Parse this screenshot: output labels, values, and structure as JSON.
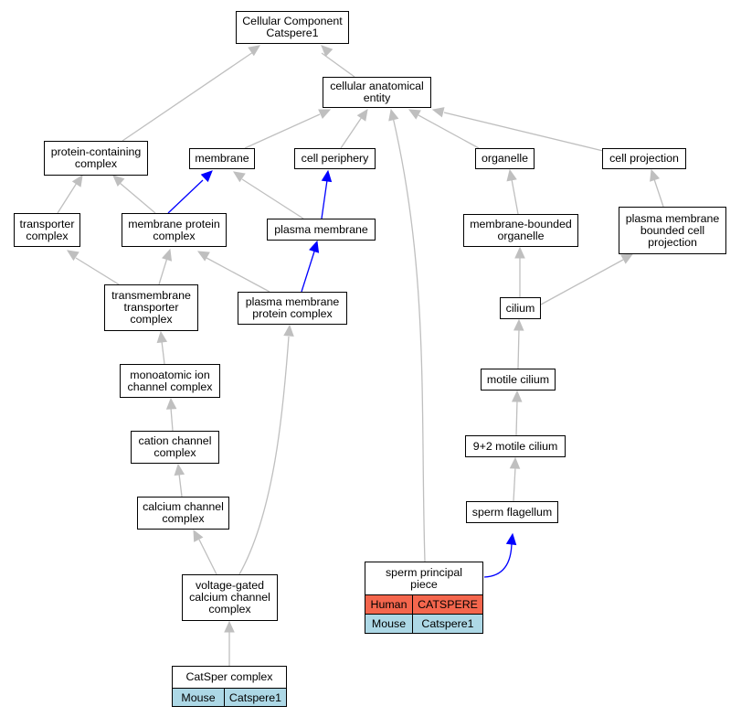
{
  "colors": {
    "grey_edge": "#bfbfbf",
    "blue_edge": "#0000ff",
    "human": "#f4664d",
    "mouse": "#add8e6"
  },
  "nodes": {
    "root": "Cellular Component\nCatspere1",
    "cae": "cellular anatomical\nentity",
    "pcc": "protein-containing\ncomplex",
    "membrane": "membrane",
    "cell_periphery": "cell periphery",
    "organelle": "organelle",
    "cell_projection": "cell projection",
    "transporter": "transporter\ncomplex",
    "mpc": "membrane protein\ncomplex",
    "plasma_membrane": "plasma membrane",
    "mbo": "membrane-bounded\norganelle",
    "pmbcp": "plasma membrane\nbounded cell\nprojection",
    "tmtc": "transmembrane\ntransporter\ncomplex",
    "pmpc": "plasma membrane\nprotein complex",
    "cilium": "cilium",
    "miocc": "monoatomic ion\nchannel complex",
    "motile_cilium": "motile cilium",
    "ccc": "cation channel\ncomplex",
    "nine_two": "9+2 motile cilium",
    "cacc": "calcium channel\ncomplex",
    "sperm_flagellum": "sperm flagellum",
    "vgcc": "voltage-gated\ncalcium channel\ncomplex"
  },
  "gene_nodes": {
    "spp": {
      "title": "sperm principal\npiece",
      "rows": [
        {
          "species": "Human",
          "gene": "CATSPERE"
        },
        {
          "species": "Mouse",
          "gene": "Catspere1"
        }
      ]
    },
    "catsper": {
      "title": "CatSper complex",
      "rows": [
        {
          "species": "Mouse",
          "gene": "Catspere1"
        }
      ]
    }
  }
}
